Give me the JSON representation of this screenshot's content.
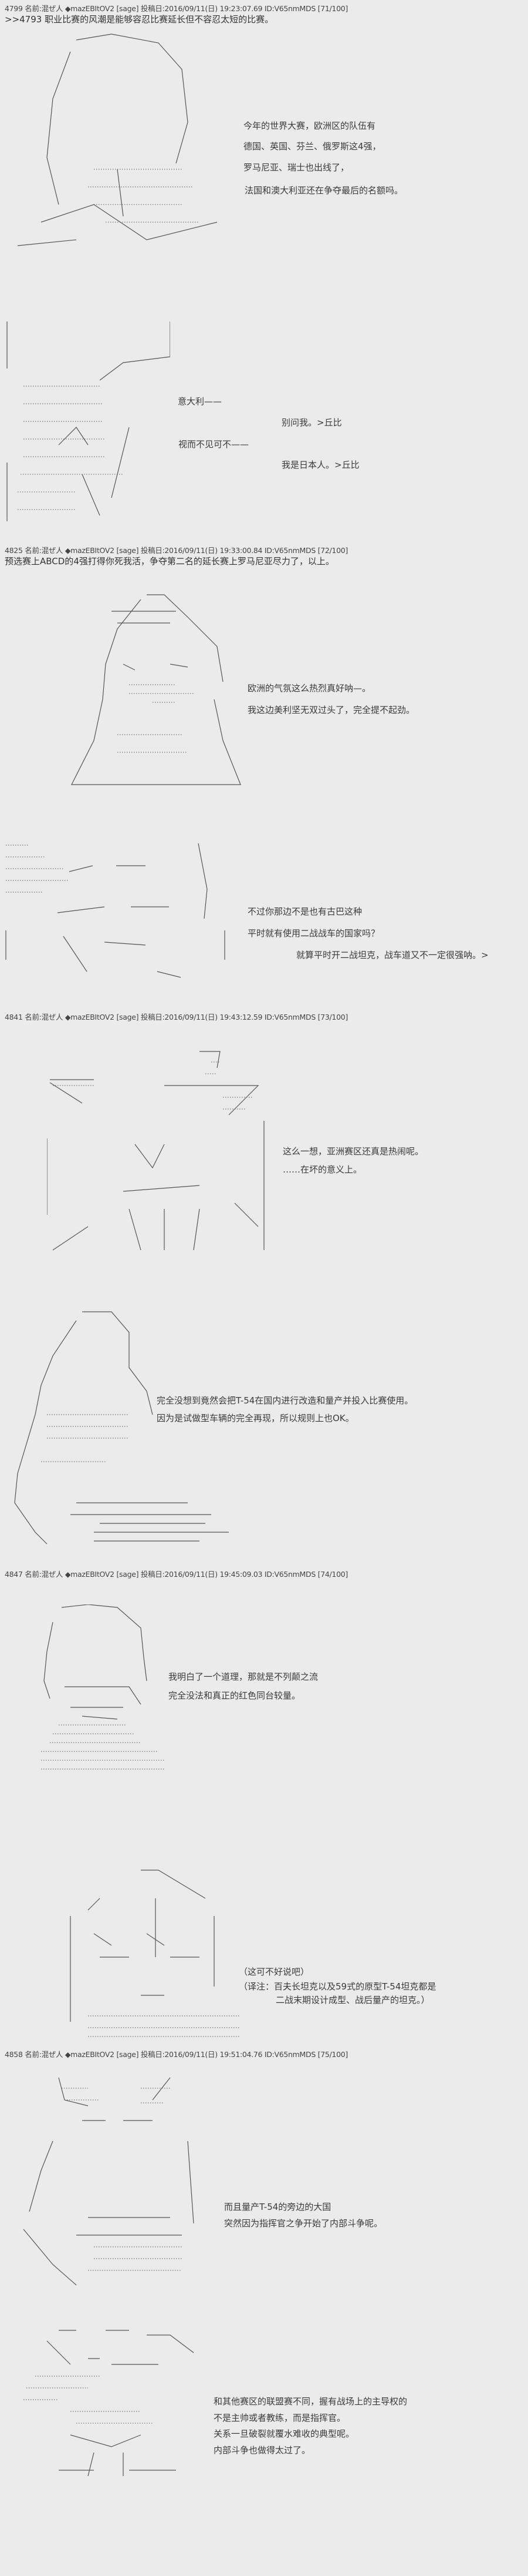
{
  "posts": [
    {
      "header": "4799 名前:混ぜ人 ◆mazEBItOV2 [sage] 投稿日:2016/09/11(日) 19:23:07.69 ID:V65nmMDS [71/100]",
      "body": ">>4793  职业比赛的风潮是能够容忍比赛延长但不容忍太短的比赛。",
      "panels": [
        {
          "lines": [
            "今年的世界大赛，欧洲区的队伍有",
            "德国、英国、芬兰、俄罗斯这4强，",
            "罗马尼亚、瑞士也出线了，",
            "法国和澳大利亚还在争夺最后的名额吗。"
          ]
        },
        {
          "lines": [
            "意大利——",
            "别问我。>丘比",
            "视而不见可不——",
            "我是日本人。>丘比"
          ]
        }
      ]
    },
    {
      "header": "4825 名前:混ぜ人 ◆mazEBItOV2 [sage] 投稿日:2016/09/11(日) 19:33:00.84 ID:V65nmMDS [72/100]",
      "body": "预选赛上ABCD的4强打得你死我活，争夺第二名的延长赛上罗马尼亚尽力了，以上。",
      "panels": [
        {
          "lines": [
            "欧洲的气氛这么热烈真好呐—。",
            "我这边美利坚无双过头了，完全提不起劲。"
          ]
        },
        {
          "lines": [
            "不过你那边不是也有古巴这种",
            "平时就有使用二战战车的国家吗？",
            "就算平时开二战坦克，战车道又不一定很强呐。>"
          ]
        }
      ]
    },
    {
      "header": "4841 名前:混ぜ人 ◆mazEBItOV2 [sage] 投稿日:2016/09/11(日) 19:43:12.59 ID:V65nmMDS [73/100]",
      "panels": [
        {
          "lines": [
            "这么一想，亚洲赛区还真是热闹呢。",
            "……在坏的意义上。"
          ]
        },
        {
          "lines": [
            "完全没想到竟然会把T-54在国内进行改造和量产并投入比赛使用。",
            "因为是试做型车辆的完全再现，所以规则上也OK。"
          ]
        }
      ]
    },
    {
      "header": "4847 名前:混ぜ人 ◆mazEBItOV2 [sage] 投稿日:2016/09/11(日) 19:45:09.03 ID:V65nmMDS [74/100]",
      "panels": [
        {
          "lines": [
            "我明白了一个道理，那就是不列颠之流",
            "完全没法和真正的红色同台较量。"
          ]
        },
        {
          "lines": [
            "（这可不好说吧）",
            "（译注：百夫长坦克以及59式的原型T-54坦克都是",
            "二战末期设计成型、战后量产的坦克。）"
          ]
        }
      ]
    },
    {
      "header": "4858 名前:混ぜ人 ◆mazEBItOV2 [sage] 投稿日:2016/09/11(日) 19:51:04.76 ID:V65nmMDS [75/100]",
      "panels": [
        {
          "lines": [
            "而且量产T-54的旁边的大国",
            "突然因为指挥官之争开始了内部斗争呢。"
          ]
        },
        {
          "lines": [
            "和其他赛区的联盟赛不同，握有战场上的主导权的",
            "不是主帅或者教练，而是指挥官。",
            "关系一旦破裂就覆水难收的典型呢。",
            "内部斗争也做得太过了。"
          ]
        }
      ]
    }
  ]
}
